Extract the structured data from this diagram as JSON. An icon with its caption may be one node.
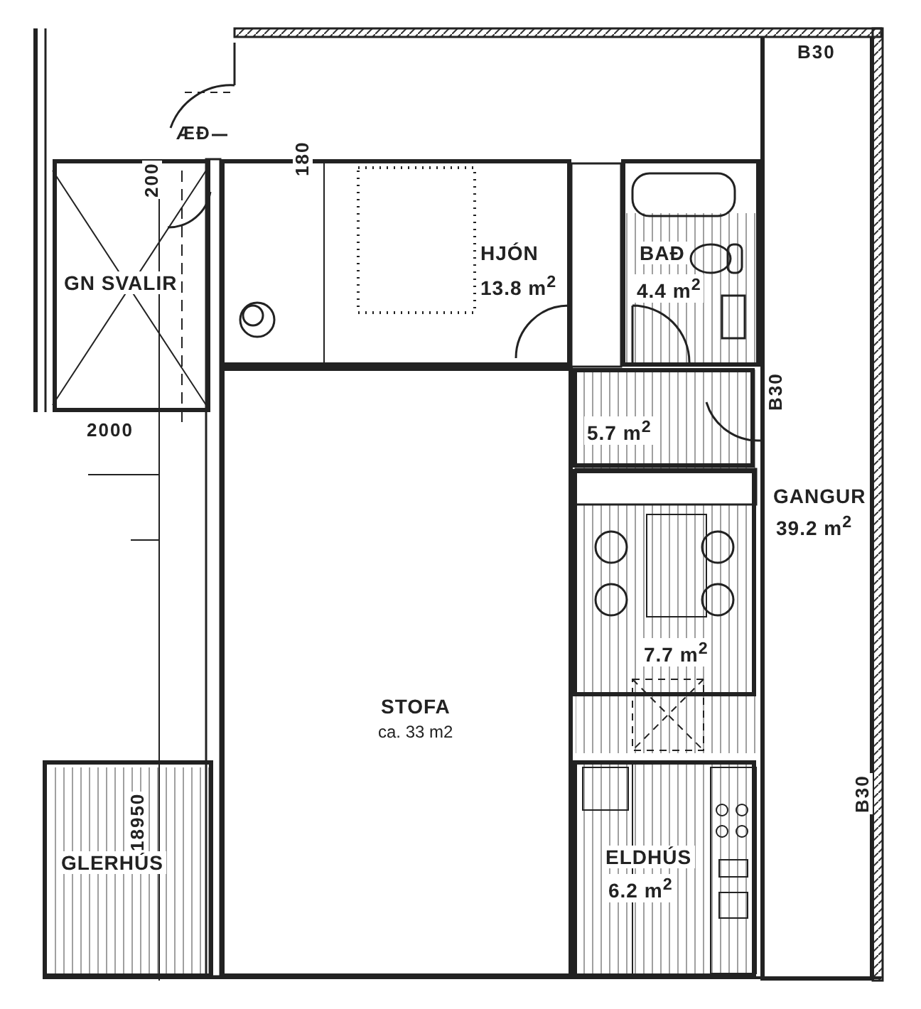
{
  "diagram": {
    "nodes": [
      {
        "text": [
          "GN SVALIR"
        ]
      },
      {
        "text": [
          "HJÓN",
          "13.8 m$^{2}$"
        ]
      },
      {
        "text": [
          "BAÐ",
          "4.4 m$^{2}$"
        ]
      },
      {
        "text": [
          "5.7 m$^{2}$"
        ]
      },
      {
        "text": [
          "GANGUR",
          "39.2 m$^{2}$"
        ]
      },
      {
        "text": [
          "7.7 m$^{2}$"
        ]
      },
      {
        "text": [
          "STOFA",
          "ca. 33 m2"
        ]
      },
      {
        "text": [
          "GLERHÚS"
        ]
      },
      {
        "text": [
          "ELDHÚS",
          "6.2 m$^{2}$"
        ]
      }
    ],
    "labels": [
      "B30",
      "ÆÐ",
      "180",
      "200",
      "B30",
      "2000",
      "B30",
      "18950"
    ]
  }
}
